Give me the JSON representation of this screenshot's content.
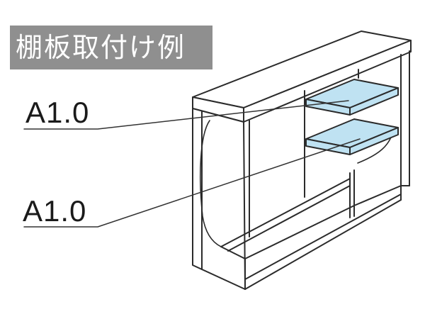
{
  "title": "棚板取付け例",
  "callouts": [
    {
      "label": "A1.0",
      "target": "upper-shelf"
    },
    {
      "label": "A1.0",
      "target": "lower-shelf"
    }
  ],
  "colors": {
    "title_background": "#8f8f8f",
    "title_text": "#ffffff",
    "outline": "#2b2b2b",
    "shelf_fill": "#bfe2f2",
    "shelf_edge": "#2b2b2b",
    "body_fill": "#ffffff",
    "leader_line": "#333333"
  }
}
